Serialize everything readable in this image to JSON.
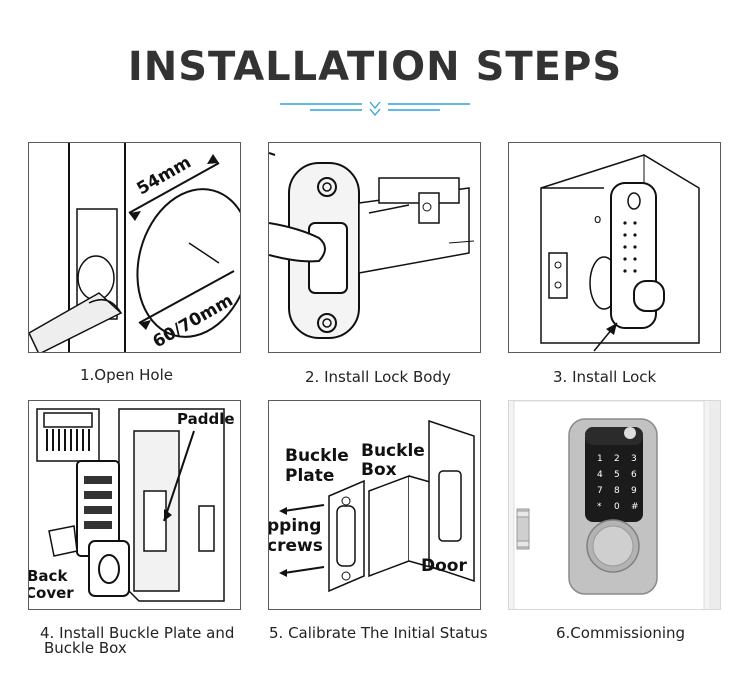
{
  "title": "INSTALLATION STEPS",
  "accent_color": "#2ea3d8",
  "steps": [
    {
      "caption": "1.Open Hole",
      "labels": [
        "54mm",
        "60/70mm"
      ]
    },
    {
      "caption": "2. Install Lock Body",
      "labels": []
    },
    {
      "caption": "3. Install Lock",
      "labels": []
    },
    {
      "caption_line1": "4. Install Buckle Plate and",
      "caption_line2": "Buckle Box",
      "labels": [
        "Paddle",
        "Back",
        "Cover"
      ]
    },
    {
      "caption": "5. Calibrate The Initial Status",
      "labels": [
        "Buckle",
        "Plate",
        "Buckle",
        "Box",
        "pping",
        "crews",
        "Door"
      ]
    },
    {
      "caption": "6.Commissioning",
      "keypad": [
        "1",
        "2",
        "3",
        "4",
        "5",
        "6",
        "7",
        "8",
        "9",
        "*",
        "0",
        "#"
      ]
    }
  ]
}
